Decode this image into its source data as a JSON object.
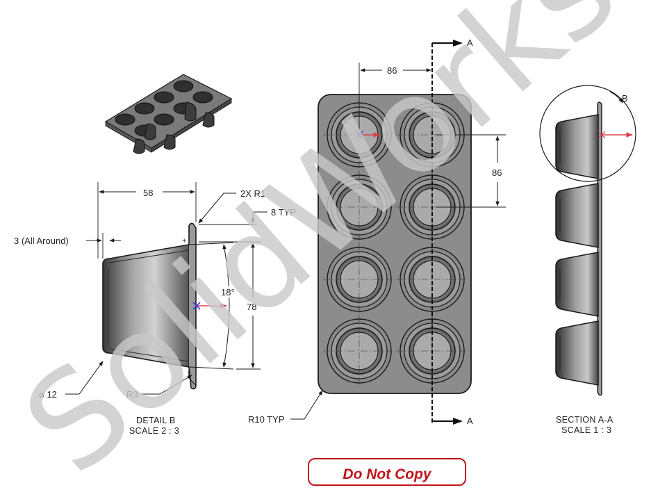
{
  "detail_b": {
    "dim_width": "58",
    "dim_wall": "3 (All Around)",
    "dim_corner": "2X R1",
    "dim_lip": "8 TYP",
    "dim_angle": "18°",
    "dim_height": "78",
    "dim_diameter": "⌀ 12",
    "dim_bottom_radius": "R3",
    "caption_name": "DETAIL B",
    "caption_scale": "SCALE 2 : 3"
  },
  "plan_view": {
    "dim_pitch_x": "86",
    "dim_pitch_y": "86",
    "dim_corner_radius": "R10 TYP",
    "section_label_top": "A",
    "section_label_bottom": "A"
  },
  "section_view": {
    "detail_ref": "B",
    "caption_name": "SECTION A-A",
    "caption_scale": "SCALE 1 : 3"
  },
  "watermark": "SolidWorks-L",
  "stamp": "Do Not Copy",
  "colors": {
    "line": "#1a1a1a",
    "part_fill": "#8c8c8c",
    "cup_dark": "#4a4a4a",
    "axis_red": "#d6404a",
    "axis_blue": "#3b3bd6",
    "stamp_red": "#c0141c"
  },
  "icons": [
    "origin-triad-icon",
    "section-arrow-icon"
  ]
}
